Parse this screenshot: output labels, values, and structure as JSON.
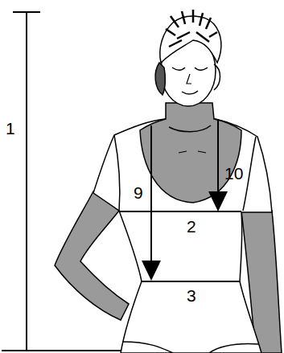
{
  "diagram": {
    "labels": [
      "1",
      "9",
      "10",
      "2",
      "3"
    ]
  }
}
